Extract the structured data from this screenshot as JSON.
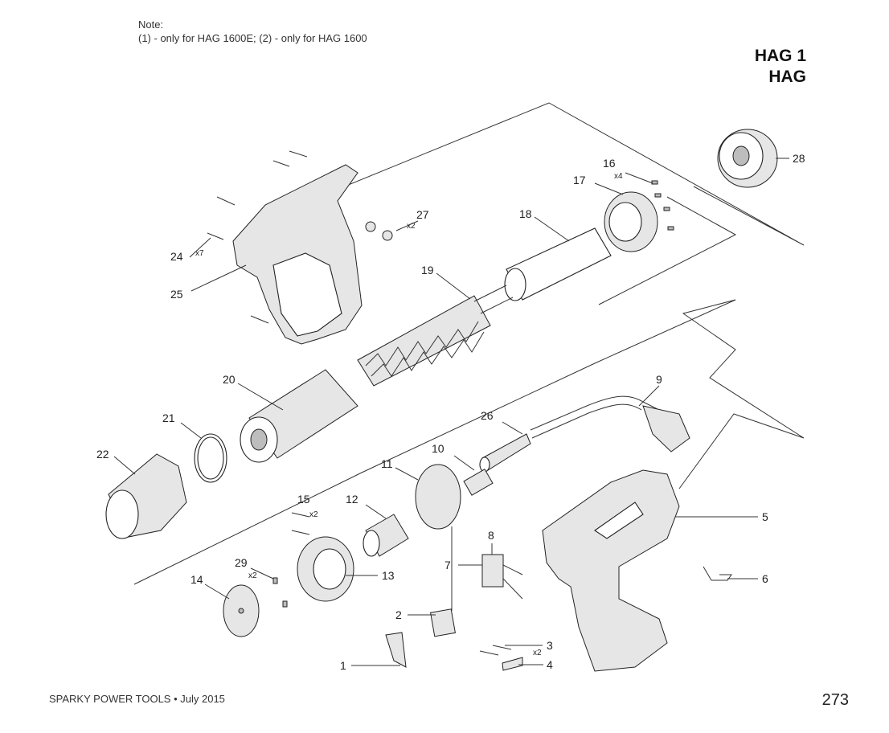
{
  "note": {
    "title": "Note:",
    "text": "(1) - only for HAG 1600E; (2) - only for HAG 1600"
  },
  "header": {
    "model_line1": "HAG 1",
    "model_line2": "HAG"
  },
  "callouts": [
    {
      "id": "1",
      "label": "1"
    },
    {
      "id": "2",
      "label": "2"
    },
    {
      "id": "3",
      "label": "3",
      "qty": "x2"
    },
    {
      "id": "4",
      "label": "4"
    },
    {
      "id": "5",
      "label": "5"
    },
    {
      "id": "6",
      "label": "6"
    },
    {
      "id": "7",
      "label": "7"
    },
    {
      "id": "8",
      "label": "8"
    },
    {
      "id": "9",
      "label": "9"
    },
    {
      "id": "10",
      "label": "10"
    },
    {
      "id": "11",
      "label": "11"
    },
    {
      "id": "12",
      "label": "12"
    },
    {
      "id": "13",
      "label": "13"
    },
    {
      "id": "14",
      "label": "14"
    },
    {
      "id": "15",
      "label": "15",
      "qty": "x2"
    },
    {
      "id": "16",
      "label": "16",
      "qty": "x4"
    },
    {
      "id": "17",
      "label": "17"
    },
    {
      "id": "18",
      "label": "18"
    },
    {
      "id": "19",
      "label": "19"
    },
    {
      "id": "20",
      "label": "20"
    },
    {
      "id": "21",
      "label": "21"
    },
    {
      "id": "22",
      "label": "22"
    },
    {
      "id": "24",
      "label": "24",
      "qty": "x7"
    },
    {
      "id": "25",
      "label": "25"
    },
    {
      "id": "26",
      "label": "26"
    },
    {
      "id": "27",
      "label": "27",
      "qty": "x2"
    },
    {
      "id": "28",
      "label": "28"
    },
    {
      "id": "29",
      "label": "29",
      "qty": "x2"
    }
  ],
  "footer": {
    "brand_date": "SPARKY POWER TOOLS • July 2015",
    "page_number": "273"
  }
}
